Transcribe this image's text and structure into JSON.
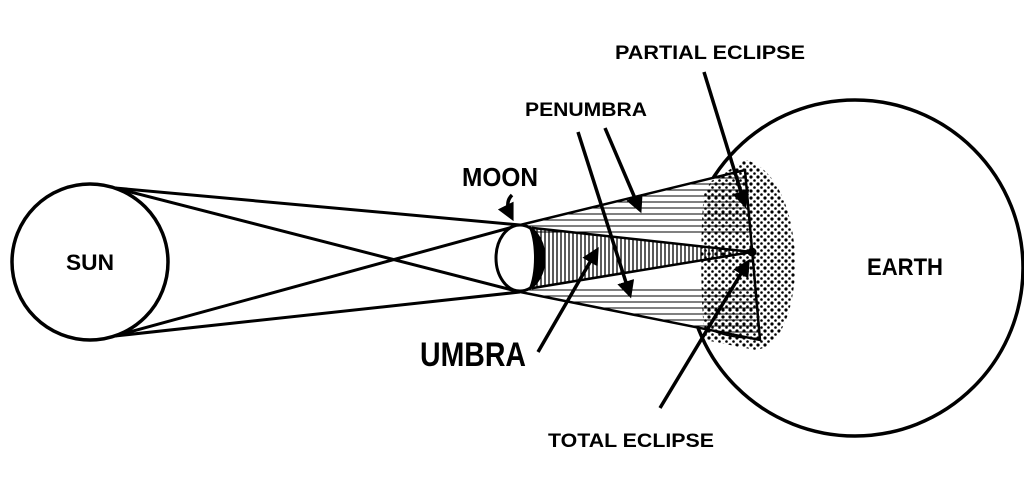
{
  "labels": {
    "sun": "SUN",
    "moon": "MOON",
    "earth": "EARTH",
    "umbra": "UMBRA",
    "penumbra": "PENUMBRA",
    "partial_eclipse": "PARTIAL ECLIPSE",
    "total_eclipse": "TOTAL ECLIPSE"
  },
  "colors": {
    "ink": "#000000",
    "paper": "#ffffff"
  }
}
